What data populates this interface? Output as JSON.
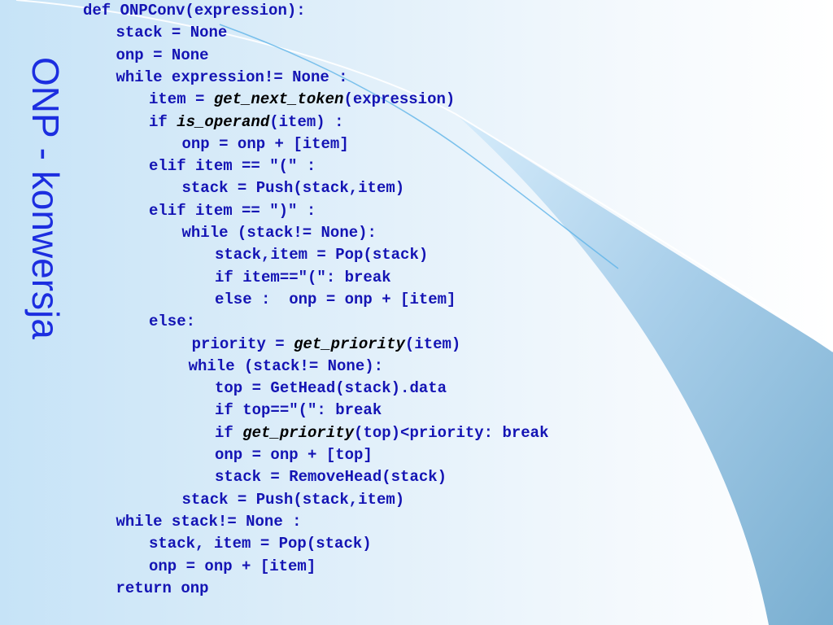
{
  "slide": {
    "title": "ONP - konwersja",
    "colors": {
      "title": "#1c2ee0",
      "code": "#1414b4",
      "function_call": "#000000",
      "accent_blue": "#8fbad8"
    }
  },
  "code": {
    "lines": [
      {
        "indent": 0,
        "parts": [
          {
            "text": "def ONPConv(expression):"
          }
        ]
      },
      {
        "indent": 1,
        "parts": [
          {
            "text": "stack = None"
          }
        ]
      },
      {
        "indent": 1,
        "parts": [
          {
            "text": "onp = None"
          }
        ]
      },
      {
        "indent": 1,
        "parts": [
          {
            "text": "while expression!= None :"
          }
        ]
      },
      {
        "indent": 2,
        "parts": [
          {
            "text": "item = "
          },
          {
            "text": "get_next_token",
            "fn": true
          },
          {
            "text": "(expression)"
          }
        ]
      },
      {
        "indent": 2,
        "parts": [
          {
            "text": "if "
          },
          {
            "text": "is_operand",
            "fn": true
          },
          {
            "text": "(item) :"
          }
        ]
      },
      {
        "indent": 3,
        "parts": [
          {
            "text": "onp = onp + [item]"
          }
        ]
      },
      {
        "indent": 2,
        "parts": [
          {
            "text": "elif item == \"(\" :"
          }
        ]
      },
      {
        "indent": 3,
        "parts": [
          {
            "text": "stack = Push(stack,item)"
          }
        ]
      },
      {
        "indent": 2,
        "parts": [
          {
            "text": "elif item == \")\" :"
          }
        ]
      },
      {
        "indent": 3,
        "parts": [
          {
            "text": "while (stack!= None):"
          }
        ]
      },
      {
        "indent": 4,
        "parts": [
          {
            "text": "stack,item = Pop(stack)"
          }
        ]
      },
      {
        "indent": 4,
        "parts": [
          {
            "text": "if item==\"(\": break"
          }
        ]
      },
      {
        "indent": 4,
        "parts": [
          {
            "text": "else :  onp = onp + [item]"
          }
        ]
      },
      {
        "indent": 2,
        "parts": [
          {
            "text": "else:"
          }
        ]
      },
      {
        "indent": 3.3,
        "parts": [
          {
            "text": "priority = "
          },
          {
            "text": "get_priority",
            "fn": true
          },
          {
            "text": "(item)"
          }
        ]
      },
      {
        "indent": 3.2,
        "parts": [
          {
            "text": "while (stack!= None):"
          }
        ]
      },
      {
        "indent": 4,
        "parts": [
          {
            "text": "top = GetHead(stack).data"
          }
        ]
      },
      {
        "indent": 4,
        "parts": [
          {
            "text": "if top==\"(\": break"
          }
        ]
      },
      {
        "indent": 4,
        "parts": [
          {
            "text": "if "
          },
          {
            "text": "get_priority",
            "fn": true
          },
          {
            "text": "(top)<priority: break"
          }
        ]
      },
      {
        "indent": 4,
        "parts": [
          {
            "text": "onp = onp + [top]"
          }
        ]
      },
      {
        "indent": 4,
        "parts": [
          {
            "text": "stack = RemoveHead(stack)"
          }
        ]
      },
      {
        "indent": 3,
        "parts": [
          {
            "text": "stack = Push(stack,item)"
          }
        ]
      },
      {
        "indent": 1,
        "parts": [
          {
            "text": "while stack!= None :"
          }
        ]
      },
      {
        "indent": 2,
        "parts": [
          {
            "text": "stack, item = Pop(stack)"
          }
        ]
      },
      {
        "indent": 2,
        "parts": [
          {
            "text": "onp = onp + [item]"
          }
        ]
      },
      {
        "indent": 1,
        "parts": [
          {
            "text": "return onp"
          }
        ]
      }
    ]
  }
}
